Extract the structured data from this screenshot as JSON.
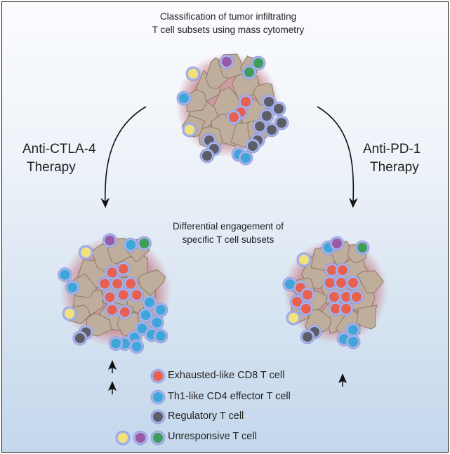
{
  "top_title": [
    "Classification of tumor infiltrating",
    "T cell subsets using mass cytometry"
  ],
  "left_therapy": [
    "Anti-CTLA-4",
    "Therapy"
  ],
  "right_therapy": [
    "Anti-PD-1",
    "Therapy"
  ],
  "middle_title": [
    "Differential engagement of",
    "specific T cell subsets"
  ],
  "legend": [
    {
      "label": "Exhausted-like CD8 T cell",
      "colors": [
        "#e8604f"
      ]
    },
    {
      "label": "Th1-like CD4 effector T cell",
      "colors": [
        "#3ea6d9"
      ]
    },
    {
      "label": "Regulatory T cell",
      "colors": [
        "#5c5d66"
      ]
    },
    {
      "label": "Unresponsive T cell",
      "colors": [
        "#f1e37a",
        "#9a5aa6",
        "#3f9d5b"
      ]
    }
  ],
  "colors": {
    "tumor": "#bfae9b",
    "tumor_edge": "#8e7a68",
    "halo": "#c98a94",
    "cell_ring": "#a8b2ea"
  }
}
